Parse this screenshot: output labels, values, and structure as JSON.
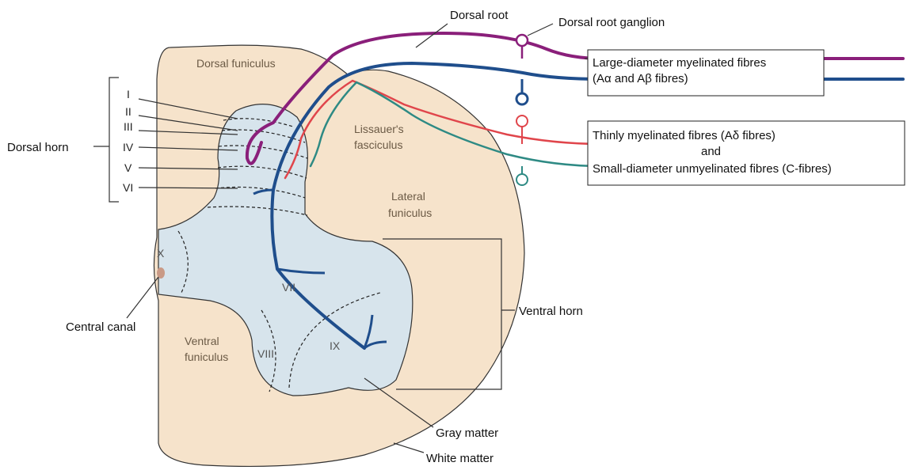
{
  "labels": {
    "dorsal_root": "Dorsal root",
    "dorsal_root_ganglion": "Dorsal root ganglion",
    "dorsal_funiculus": "Dorsal funiculus",
    "lissauer_1": "Lissauer's",
    "lissauer_2": "fasciculus",
    "lateral_1": "Lateral",
    "lateral_2": "funiculus",
    "dorsal_horn": "Dorsal horn",
    "central_canal": "Central canal",
    "ventral_1": "Ventral",
    "ventral_2": "funiculus",
    "ventral_horn": "Ventral horn",
    "gray_matter": "Gray matter",
    "white_matter": "White matter"
  },
  "laminae": [
    "I",
    "II",
    "III",
    "IV",
    "V",
    "VI"
  ],
  "inner_laminae": {
    "x": "X",
    "vii": "VII",
    "viii": "VIII",
    "ix": "IX"
  },
  "boxes": {
    "large_1": "Large-diameter myelinated fibres",
    "large_2": "(Aα and Aβ fibres)",
    "thin_1": "Thinly myelinated fibres (Aδ fibres)",
    "thin_2": "and",
    "thin_3": "Small-diameter unmyelinated fibres (C-fibres)"
  },
  "colors": {
    "white_matter": "#f6e3cb",
    "gray_matter": "#d7e4ec",
    "large_fibre_purple": "#8a1f7a",
    "large_fibre_blue": "#1f4e8c",
    "adelta_red": "#e0454b",
    "c_fibre_teal": "#2e8a84",
    "canal": "#c99a86"
  }
}
